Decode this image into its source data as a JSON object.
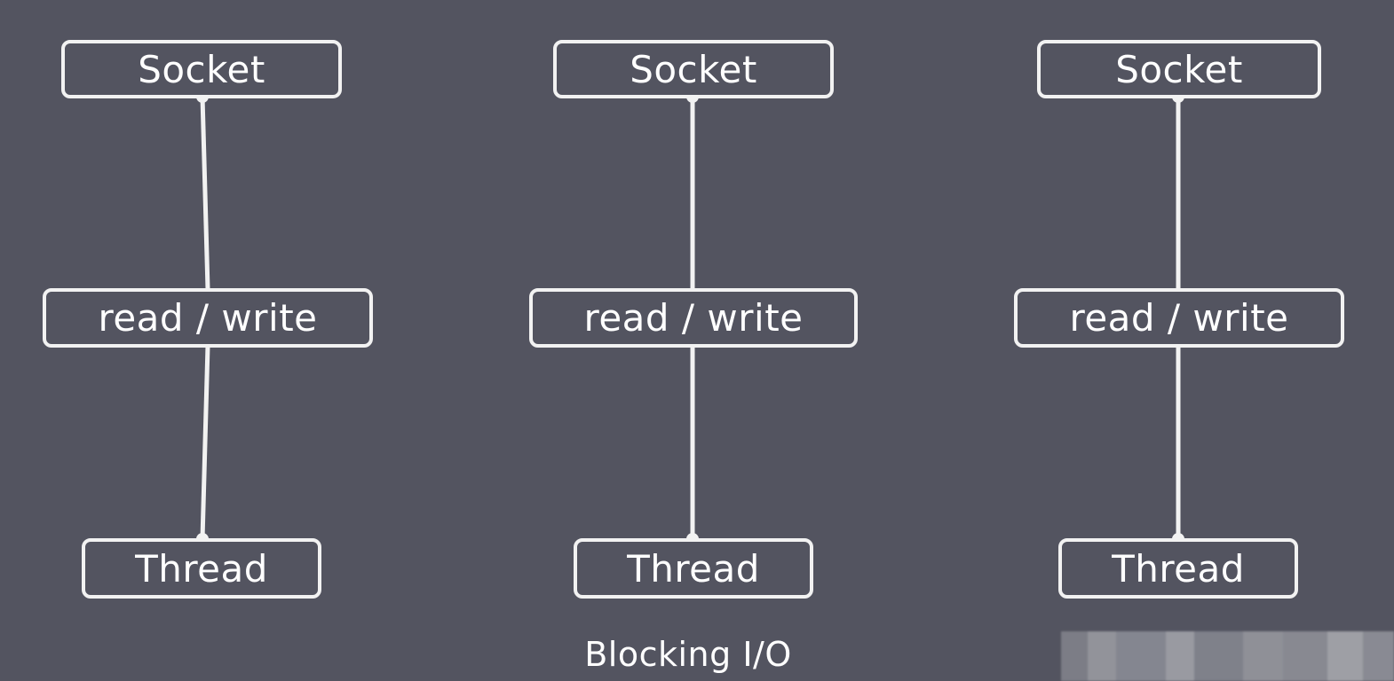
{
  "diagram": {
    "columns": [
      {
        "socket": "Socket",
        "io": "read / write",
        "thread": "Thread"
      },
      {
        "socket": "Socket",
        "io": "read / write",
        "thread": "Thread"
      },
      {
        "socket": "Socket",
        "io": "read / write",
        "thread": "Thread"
      }
    ],
    "caption": "Blocking I/O"
  },
  "colors": {
    "background": "#535460",
    "stroke": "#f2f2f2",
    "text": "#ffffff"
  }
}
